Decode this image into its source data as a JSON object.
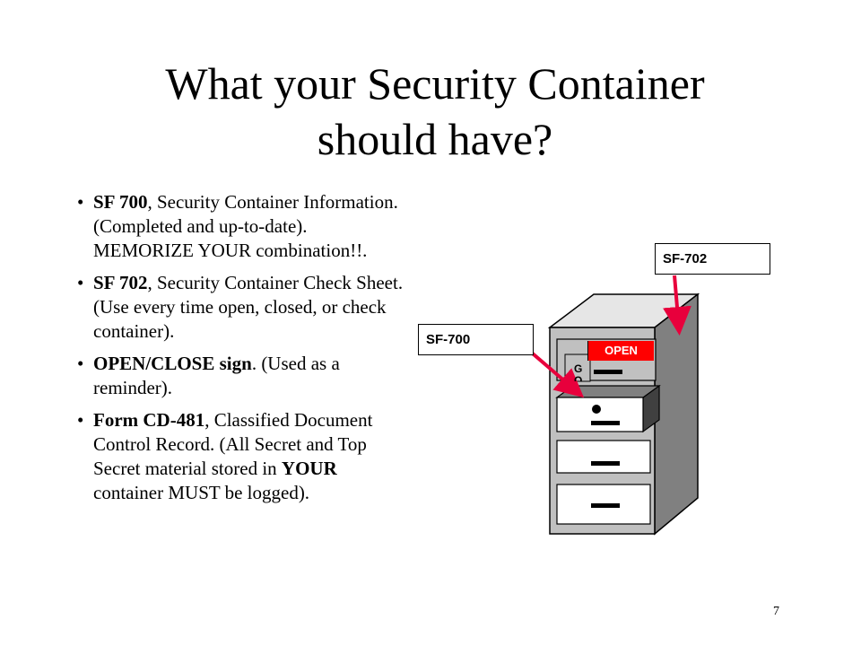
{
  "slide": {
    "title_line1": "What your Security Container",
    "title_line2": "should have?",
    "page_number": "7"
  },
  "bullets": [
    {
      "bold": "SF 700",
      "rest": ", Security Container Information. (Completed and up-to-date).  MEMORIZE YOUR combination!!."
    },
    {
      "bold": "SF 702",
      "rest": ", Security Container Check Sheet. (Use every time open, closed, or check container)."
    },
    {
      "bold": "OPEN/CLOSE sign",
      "rest": ". (Used as a reminder)."
    },
    {
      "bold": "Form CD-481",
      "rest_pre": ", Classified Document Control Record. (All Secret and Top Secret material stored in ",
      "bold2": "YOUR",
      "rest_post": " container MUST be logged)."
    }
  ],
  "bullet_glyph": "•",
  "illustration": {
    "callout_702": "SF-702",
    "callout_700": "SF-700",
    "open_sign": "OPEN",
    "g_label": "G O",
    "colors": {
      "cabinet_side": "#808080",
      "cabinet_front": "#c0c0c0",
      "drawer_face": "#ffffff",
      "arrow": "#e8003c",
      "open_sign": "#ff0000"
    }
  }
}
